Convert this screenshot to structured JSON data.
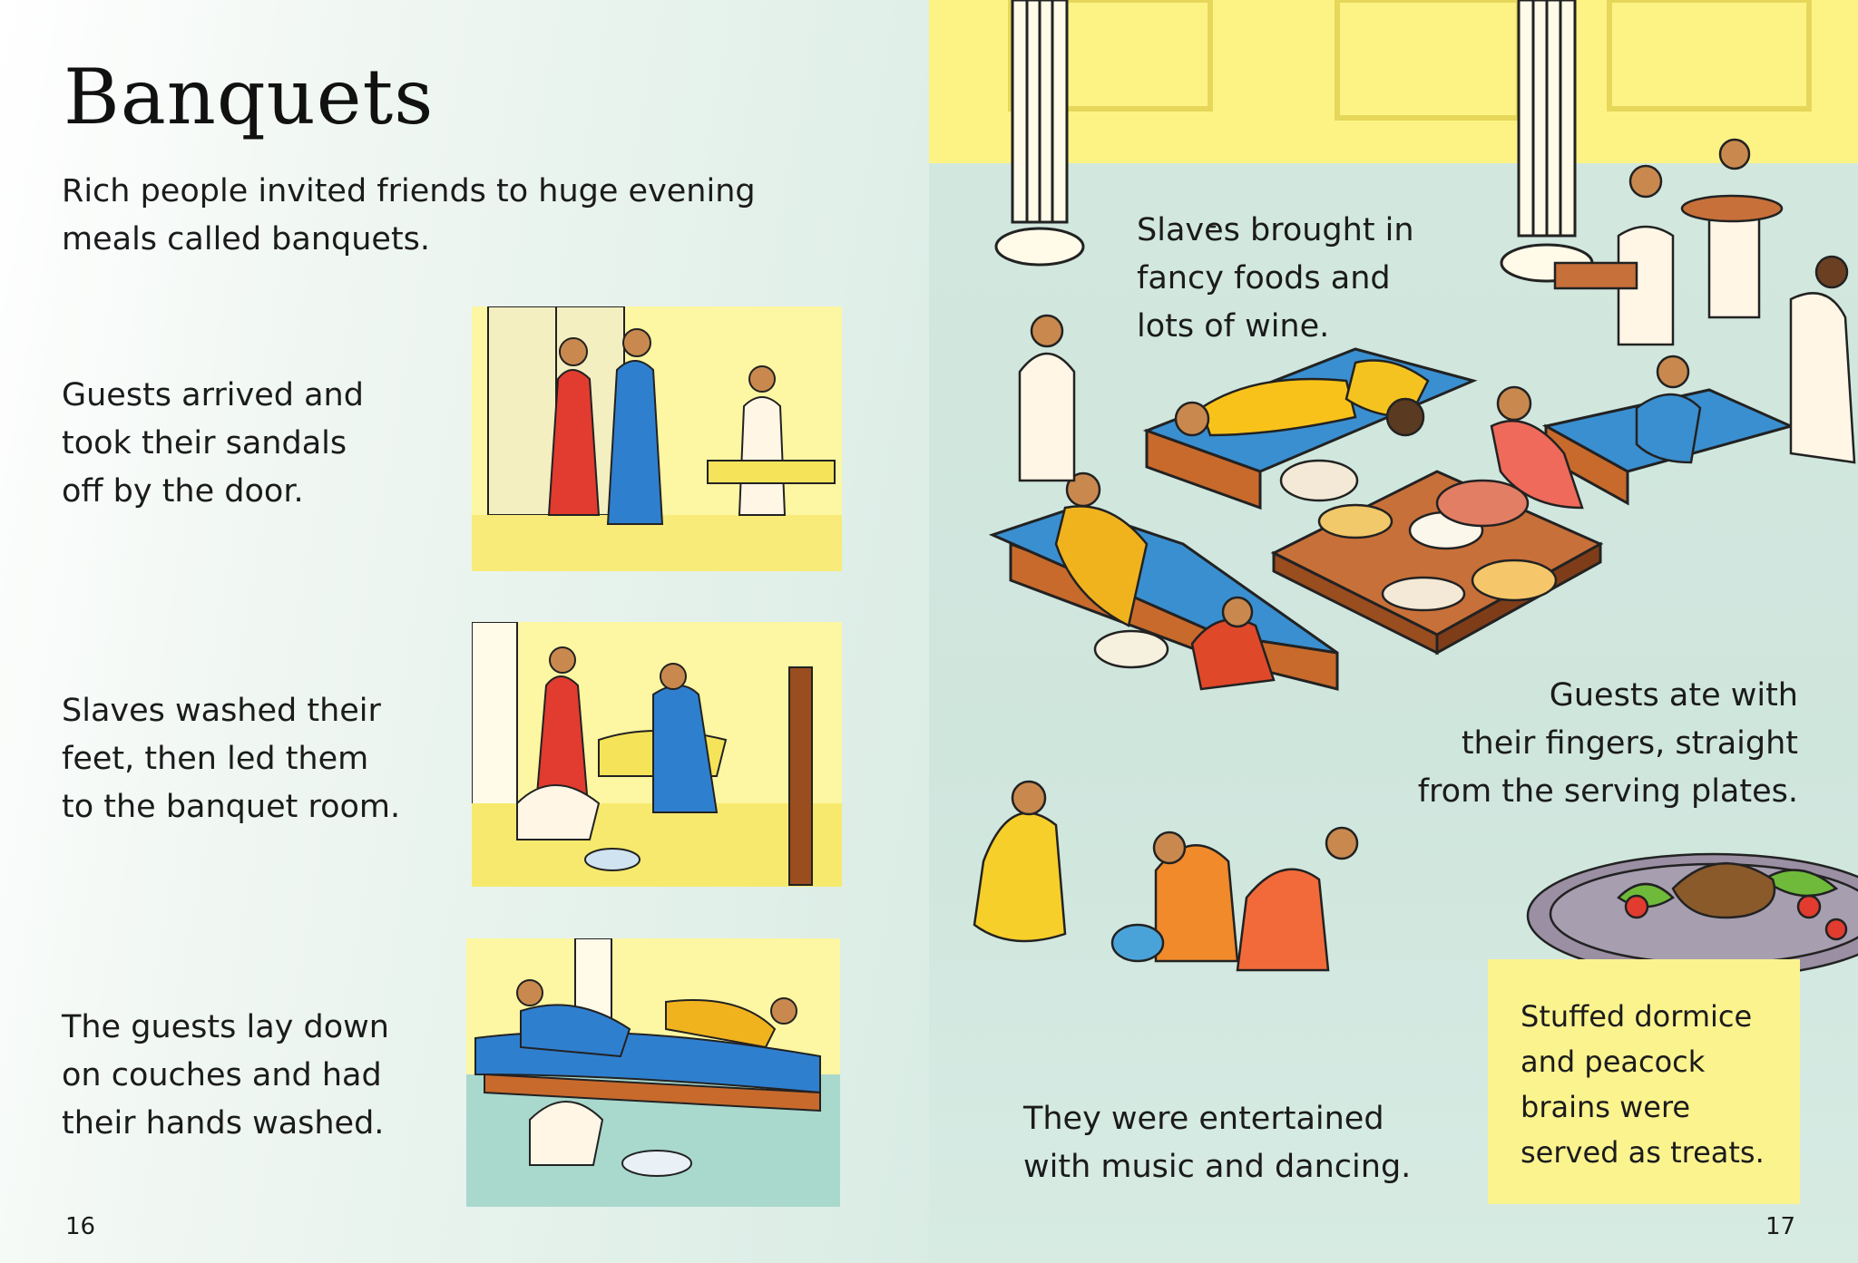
{
  "title": "Banquets",
  "intro": "Rich people invited friends to huge evening\nmeals called banquets.",
  "captions": {
    "arrive": "Guests arrived and\ntook their sandals\noff by the door.",
    "wash_feet": "Slaves washed their\nfeet, then led them\nto the banquet room.",
    "lay_down": "The guests lay down\non couches and had\ntheir hands washed.",
    "foods": "Slaves brought in\nfancy foods and\nlots of wine.",
    "fingers": "Guests ate with\ntheir fingers, straight\nfrom the serving plates.",
    "entertained": "They were entertained\nwith music and dancing.",
    "treats": "Stuffed dormice\nand peacock\nbrains were\nserved as treats."
  },
  "page_numbers": {
    "left": "16",
    "right": "17"
  },
  "colors": {
    "wall_yellow": "#fdf385",
    "couch_blue": "#3a8fd0",
    "wood": "#c86a2c",
    "floor_mint": "#cfe6dd",
    "treat_box": "#fbf38e"
  }
}
